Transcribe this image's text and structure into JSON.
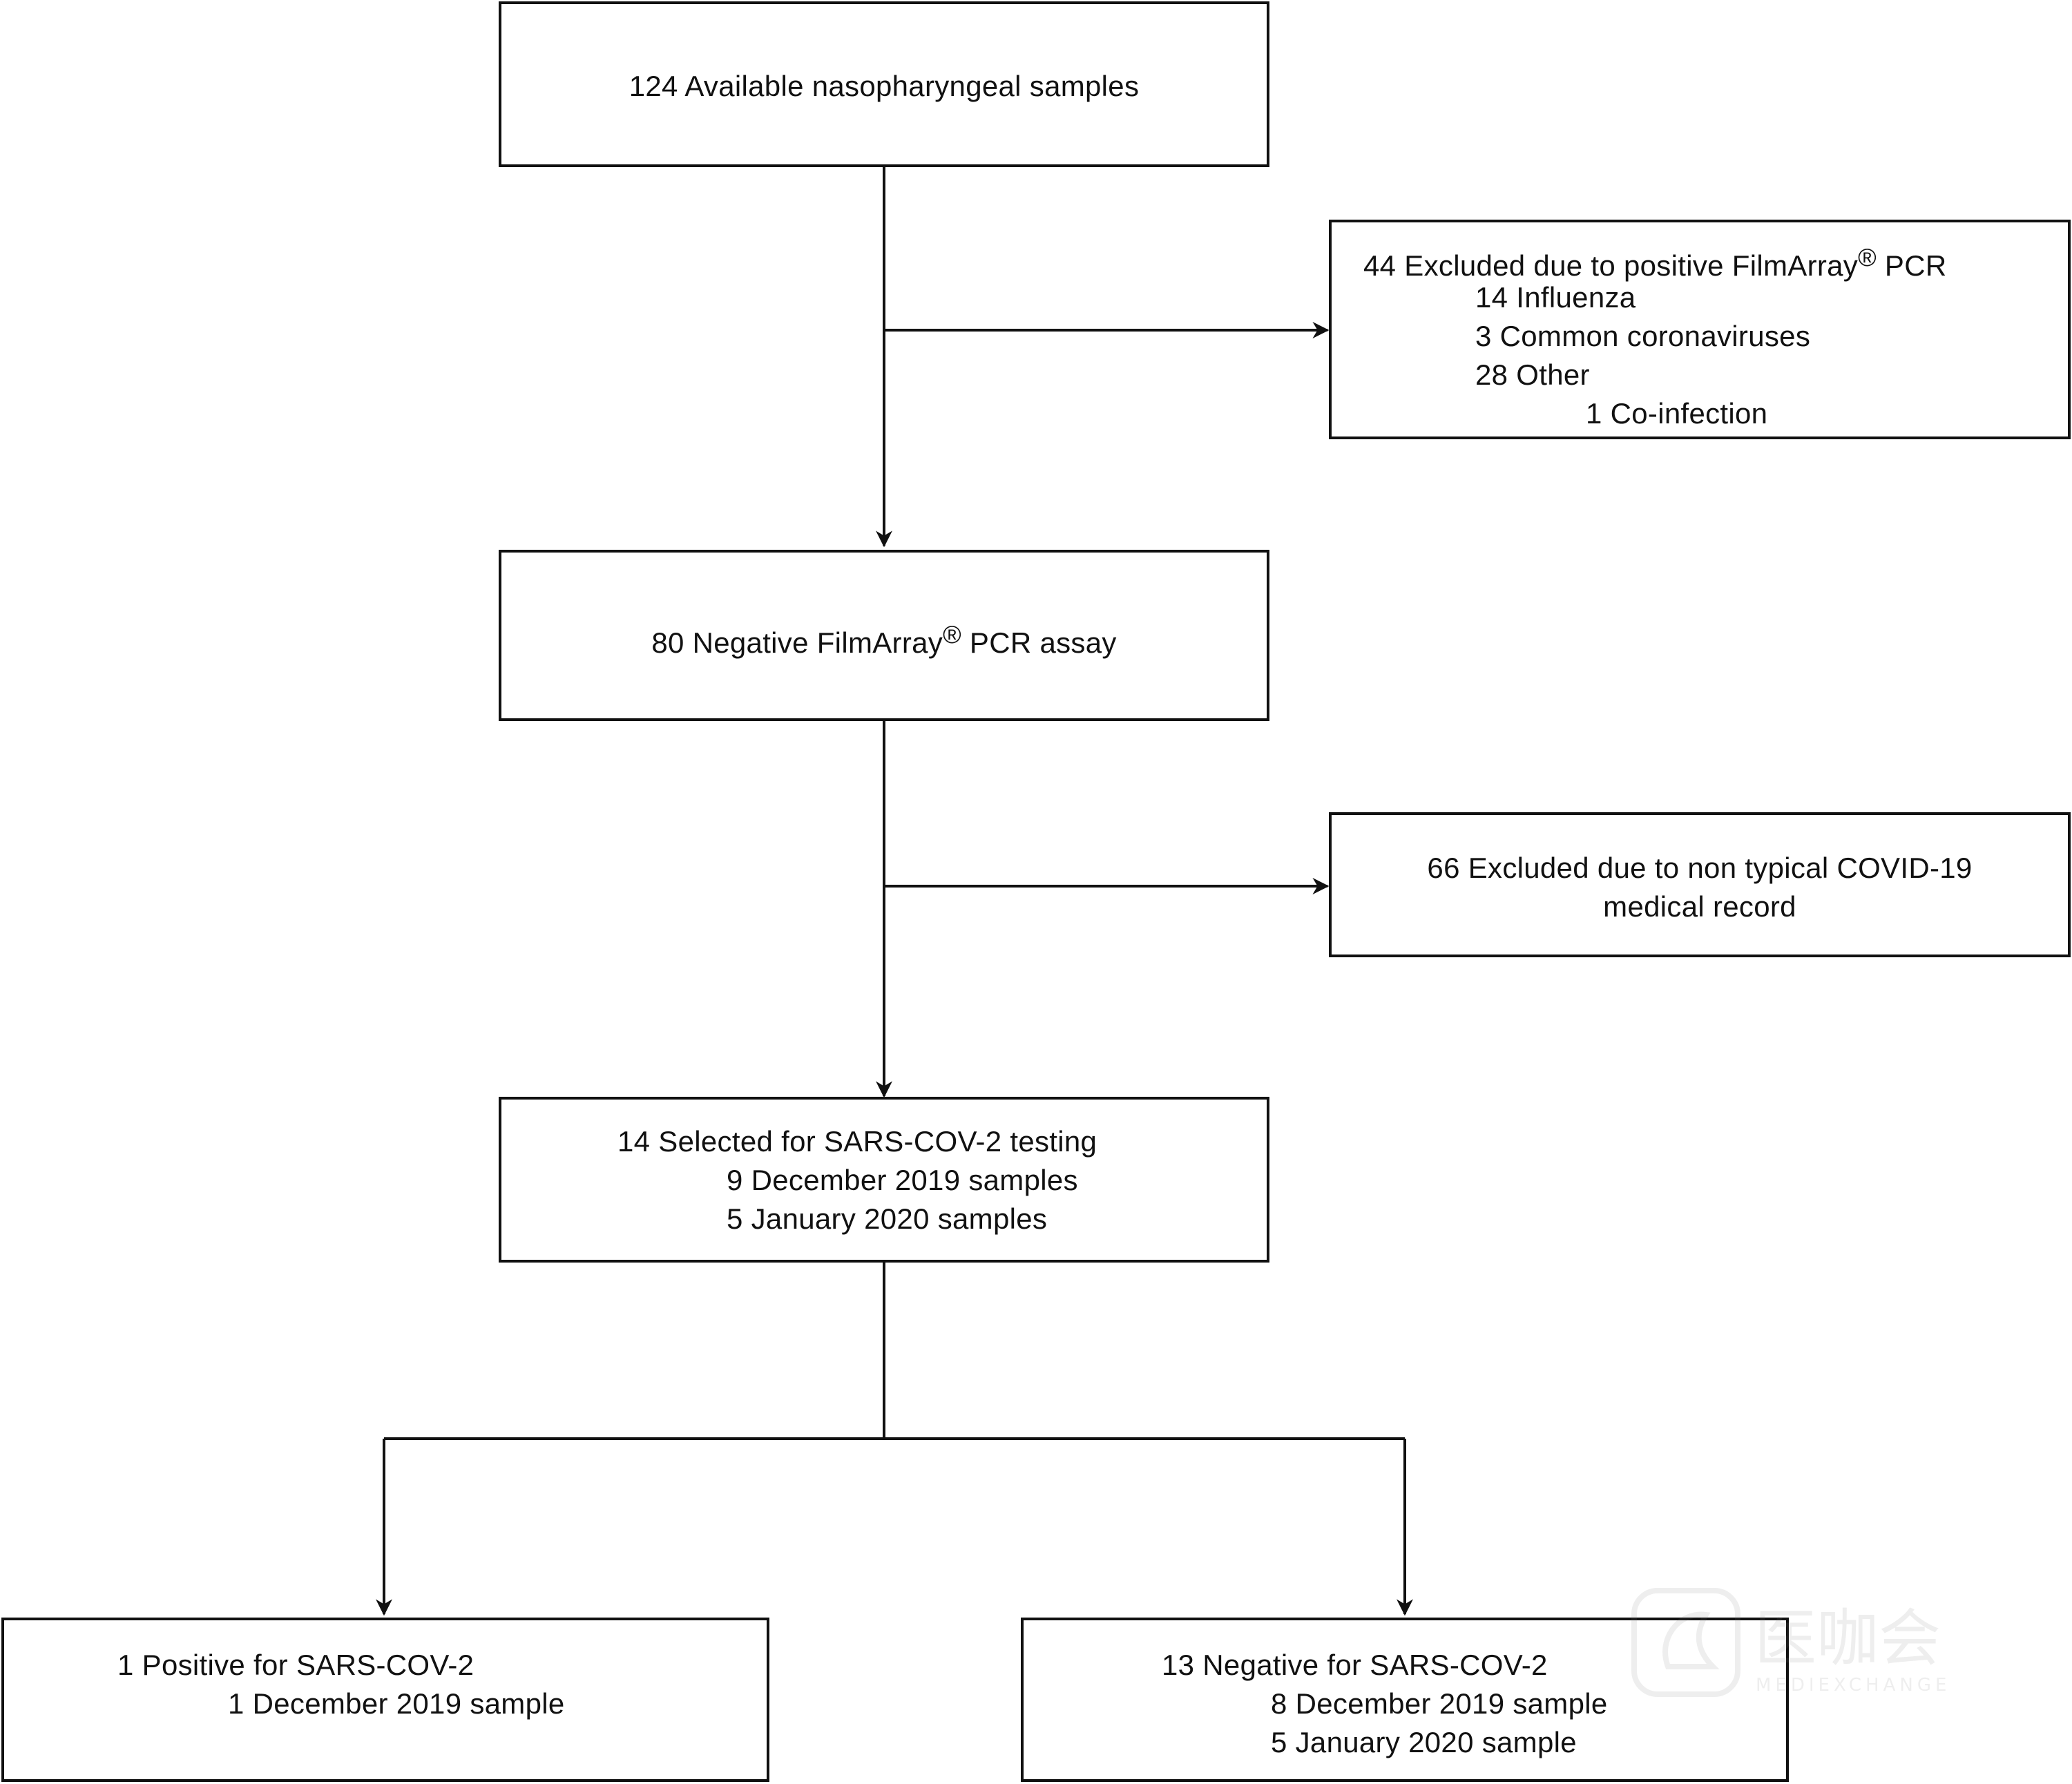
{
  "flowchart": {
    "box_available": {
      "text": "124 Available nasopharyngeal samples"
    },
    "box_excluded_positive": {
      "title": "44 Excluded due to positive FilmArray",
      "title_suffix": "PCR",
      "lines": [
        "14 Influenza",
        "3 Common coronaviruses",
        "28 Other",
        "1 Co-infection"
      ]
    },
    "box_negative": {
      "prefix": "80 Negative FilmArray",
      "suffix": "PCR assay"
    },
    "box_excluded_atypical": {
      "lines": [
        "66 Excluded due to non typical COVID-19",
        "medical record"
      ]
    },
    "box_selected": {
      "lines": [
        "14 Selected for SARS-COV-2 testing",
        "9 December 2019 samples",
        "5 January 2020 samples"
      ]
    },
    "box_positive": {
      "lines": [
        "1 Positive for SARS-COV-2",
        "1 December 2019 sample"
      ]
    },
    "box_negative_result": {
      "lines": [
        "13 Negative for SARS-COV-2",
        "8 December 2019 sample",
        "5 January 2020 sample"
      ]
    },
    "registered_mark": "®"
  },
  "watermark": {
    "text": "医咖会",
    "subtext": "MEDIEXCHANGE"
  }
}
